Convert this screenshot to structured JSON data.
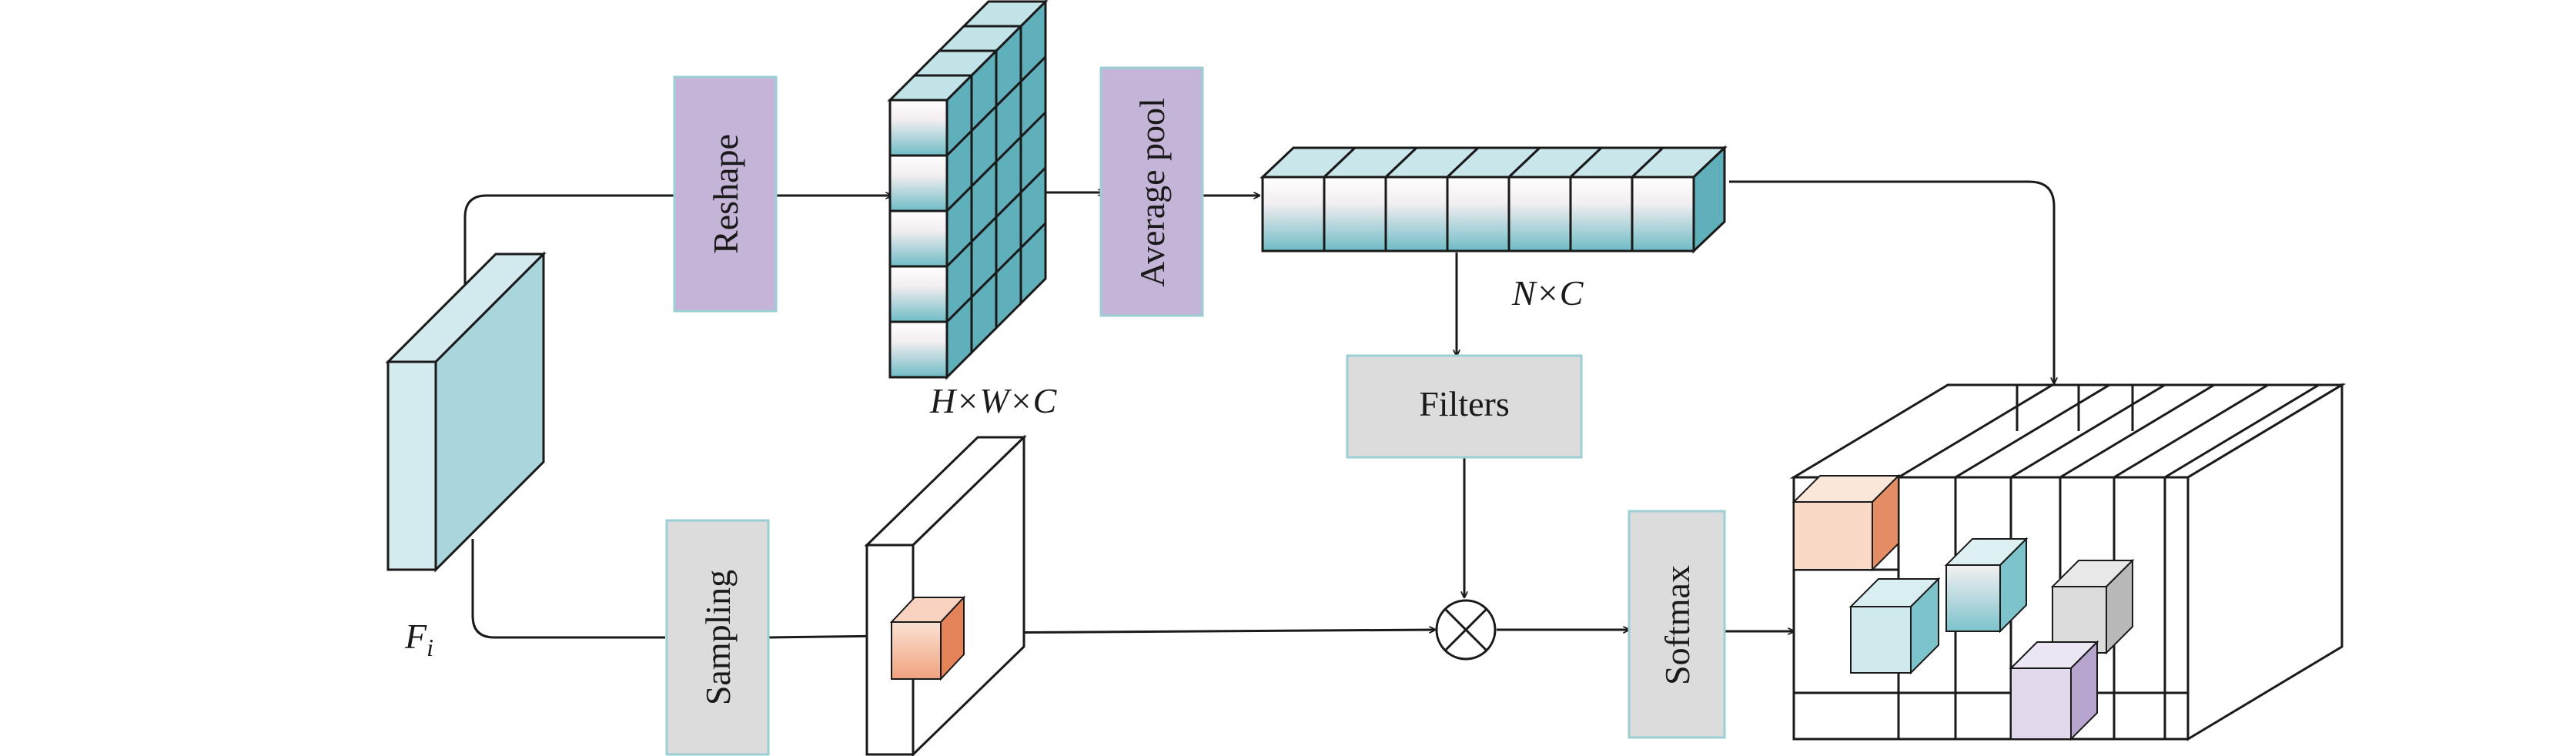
{
  "labels": {
    "reshape": "Reshape",
    "average_pool": "Average pool",
    "sampling": "Sampling",
    "filters": "Filters",
    "softmax": "Softmax",
    "hwc": "H×W×C",
    "nc": "N×C",
    "fi_main": "F",
    "fi_sub": "i"
  },
  "colors": {
    "purple_box": "#c4b5d8",
    "gray_box": "#dcdcdc",
    "teal": "#6fbcc6",
    "teal_light": "#cfe9ec",
    "orange": "#f0a27e",
    "lavender": "#d8cce4",
    "light_gray_cube": "#d6d6d6"
  }
}
